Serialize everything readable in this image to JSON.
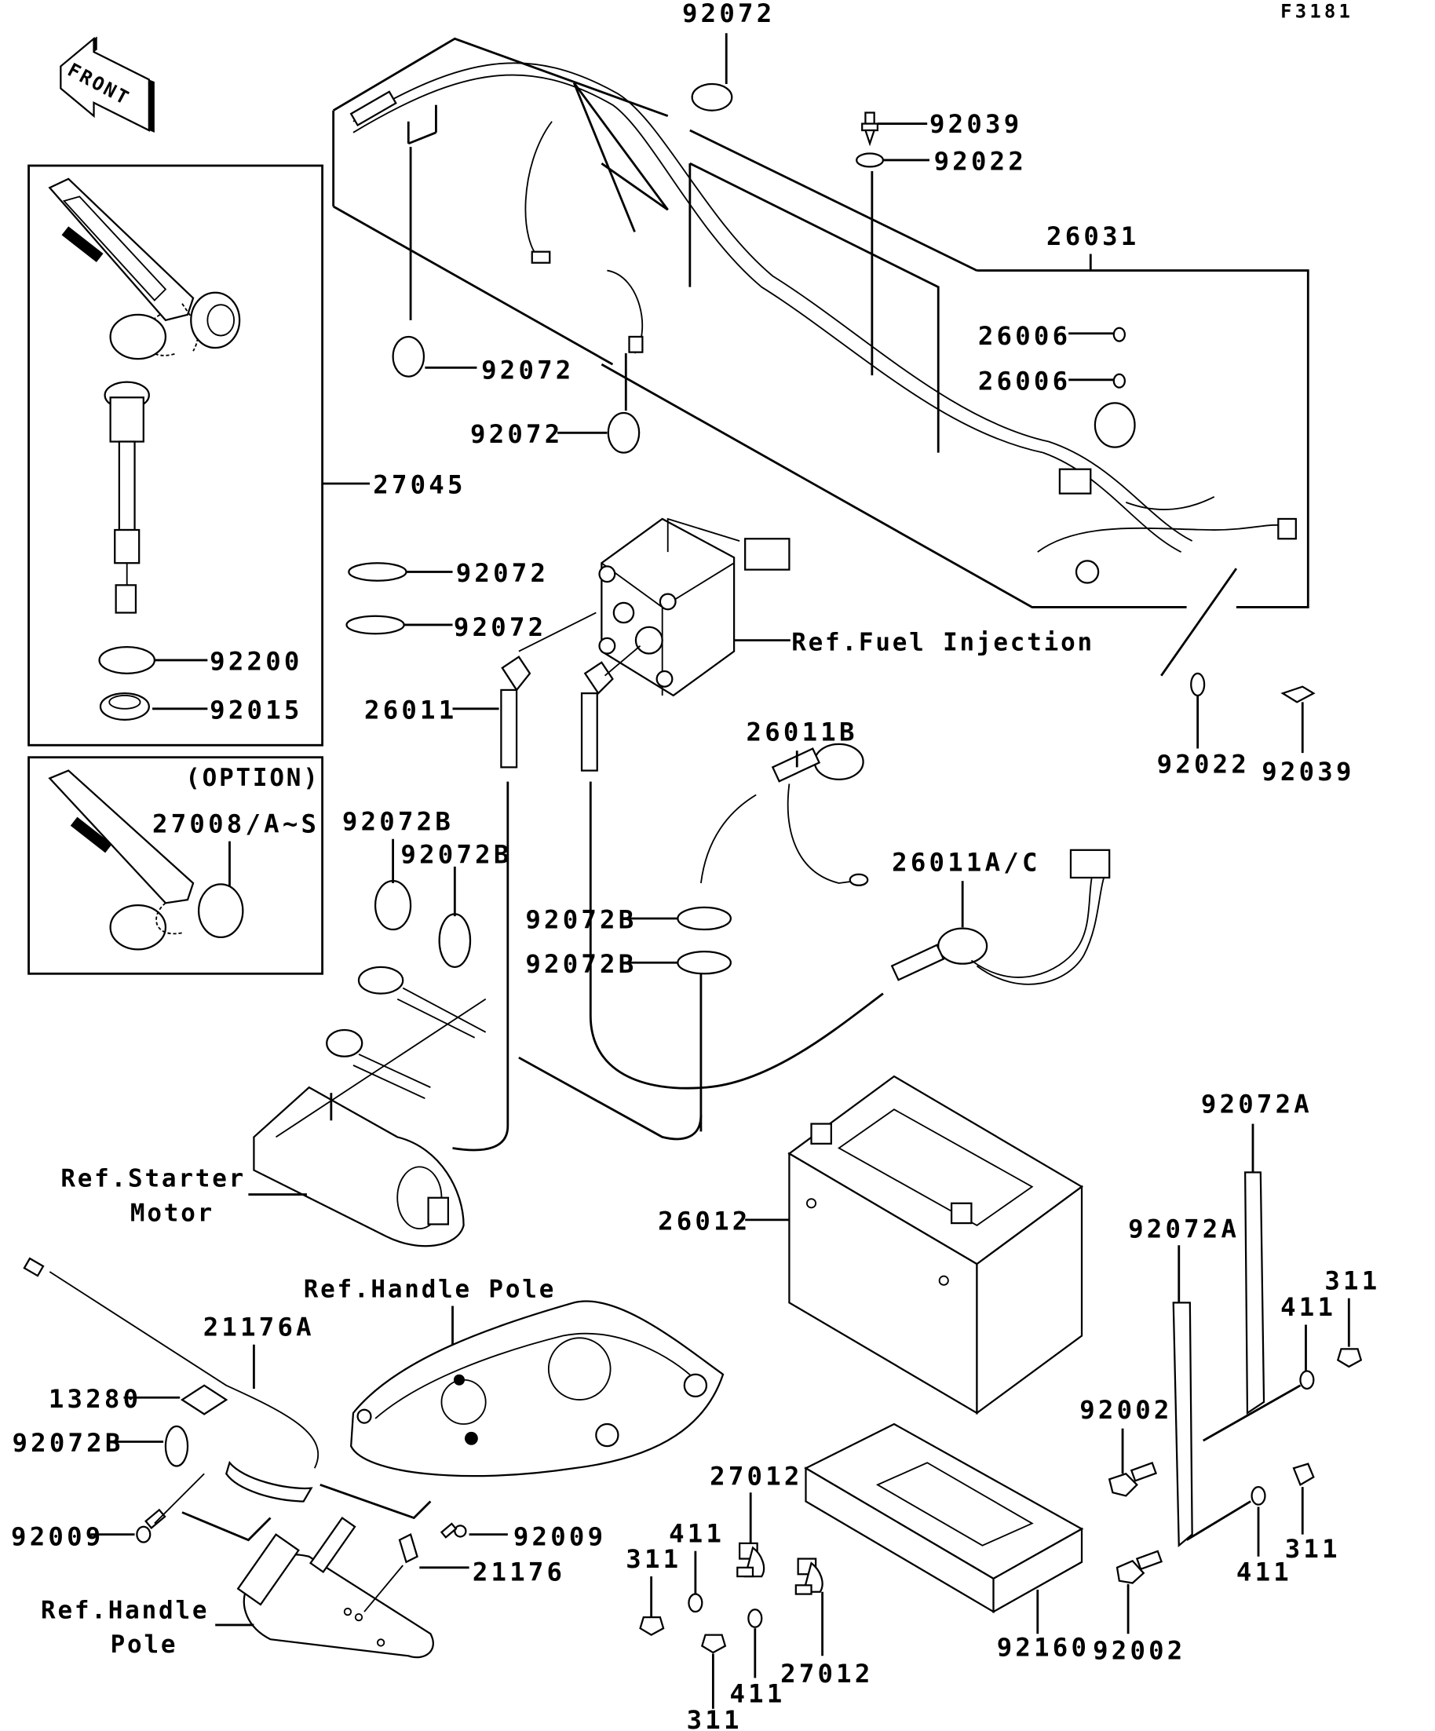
{
  "diagram": {
    "figure_code": "F3181",
    "direction_marker": "FRONT",
    "option_box_title": "(OPTION)",
    "part_labels": {
      "p92072_top": "92072",
      "p92039_top": "92039",
      "p92022_top": "92022",
      "p26031": "26031",
      "p26006_a": "26006",
      "p26006_b": "26006",
      "p92072_mid1": "92072",
      "p92072_mid2": "92072",
      "p27045": "27045",
      "p92072_c1": "92072",
      "p92072_c2": "92072",
      "p92200": "92200",
      "p92015": "92015",
      "p26011": "26011",
      "p92022_right": "92022",
      "p92039_right": "92039",
      "p26011B": "26011B",
      "p27008": "27008/A~S",
      "p92072B_1": "92072B",
      "p92072B_2": "92072B",
      "p92072B_3": "92072B",
      "p92072B_4": "92072B",
      "p26011AC": "26011A/C",
      "p92072A_1": "92072A",
      "p92072A_2": "92072A",
      "p26012": "26012",
      "p311_r1": "311",
      "p411_r1": "411",
      "p92002_1": "92002",
      "p311_r2": "311",
      "p411_r2": "411",
      "p92002_2": "92002",
      "p92160": "92160",
      "p21176A": "21176A",
      "p13280": "13280",
      "p92072B_5": "92072B",
      "p92009_1": "92009",
      "p92009_2": "92009",
      "p21176": "21176",
      "p27012_1": "27012",
      "p27012_2": "27012",
      "p411_l1": "411",
      "p311_l1": "311",
      "p411_l2": "411",
      "p311_l2": "311"
    },
    "references": {
      "fuel_injection": "Ref.Fuel Injection",
      "starter_motor_1": "Ref.Starter",
      "starter_motor_2": "Motor",
      "handle_pole_top": "Ref.Handle Pole",
      "handle_pole_bottom_1": "Ref.Handle",
      "handle_pole_bottom_2": "Pole"
    }
  }
}
